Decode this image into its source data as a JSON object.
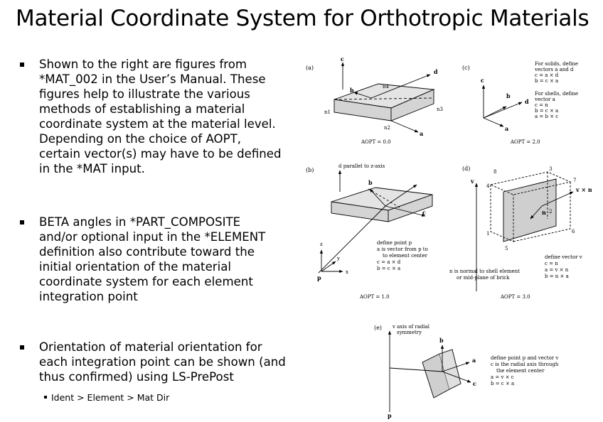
{
  "slide": {
    "title": "Material Coordinate System for Orthotropic Materials"
  },
  "bullets": [
    {
      "lines": [
        "Shown to the right are figures from",
        "*MAT_002 in the User’s Manual.   These",
        "figures help to illustrate the various",
        "methods of establishing a material",
        "coordinate system at the material level.",
        "Depending on the choice of AOPT,",
        "certain vector(s) may have to be defined",
        "in the *MAT input."
      ]
    },
    {
      "lines": [
        "BETA angles in *PART_COMPOSITE",
        "and/or optional input in the *ELEMENT",
        "definition also contribute toward the",
        "initial orientation of the material",
        "coordinate system for each element",
        "integration point"
      ]
    },
    {
      "lines": [
        "Orientation of material orientation for",
        "each integration point can be shown (and",
        "thus confirmed) using LS-PrePost"
      ]
    }
  ],
  "sub_bullet": "Ident > Element > Mat Dir",
  "figure": {
    "a": {
      "tag": "(a)",
      "caption": "AOPT = 0.0",
      "labels": {
        "c": "c",
        "d": "d",
        "b": "b",
        "a": "a",
        "n1": "n1",
        "n2": "n2",
        "n3": "n3",
        "n4": "n4"
      }
    },
    "c": {
      "tag": "(c)",
      "caption": "AOPT = 2.0",
      "labels": {
        "c": "c",
        "d": "d",
        "b": "b",
        "a": "a"
      },
      "notes": [
        "For solids, define",
        "vectors a and d",
        "c = a × d",
        "b = c × a",
        "For shells, define",
        "vector a",
        "c = n",
        "b = c × a",
        "a = b × c"
      ]
    },
    "b": {
      "tag": "(b)",
      "caption": "AOPT = 1.0",
      "header": "d  parallel to z-axis",
      "labels": {
        "b": "b",
        "c": "c",
        "z": "z",
        "y": "y",
        "x": "x",
        "p": "p"
      },
      "notes": [
        "define point p",
        "a is vector from p to",
        "to element center",
        "c = a × d",
        "b = c × a"
      ]
    },
    "d": {
      "tag": "(d)",
      "caption": "AOPT = 3.0",
      "labels": {
        "v": "v",
        "vxn": "v × n",
        "n": "n",
        "nodes": [
          "1",
          "2",
          "3",
          "4",
          "5",
          "6",
          "7",
          "8"
        ]
      },
      "notes_left": [
        "n is normal to shell element",
        "or mid-plane of brick"
      ],
      "notes_right": [
        "define vector v",
        "c = n",
        "a = v × n",
        "b = n × a"
      ]
    },
    "e": {
      "tag": "(e)",
      "header": [
        "v  axis of radial",
        "symmetry"
      ],
      "labels": {
        "b": "b",
        "a": "a",
        "c": "c",
        "p": "p"
      },
      "notes": [
        "define point p and vector v",
        "c is the radial axis through",
        "the element center",
        "a = v × c",
        "b = c × a"
      ]
    }
  },
  "colors": {
    "text": "#000000",
    "shade": "#d0d0d0",
    "figure_bg": "#ffffff"
  }
}
